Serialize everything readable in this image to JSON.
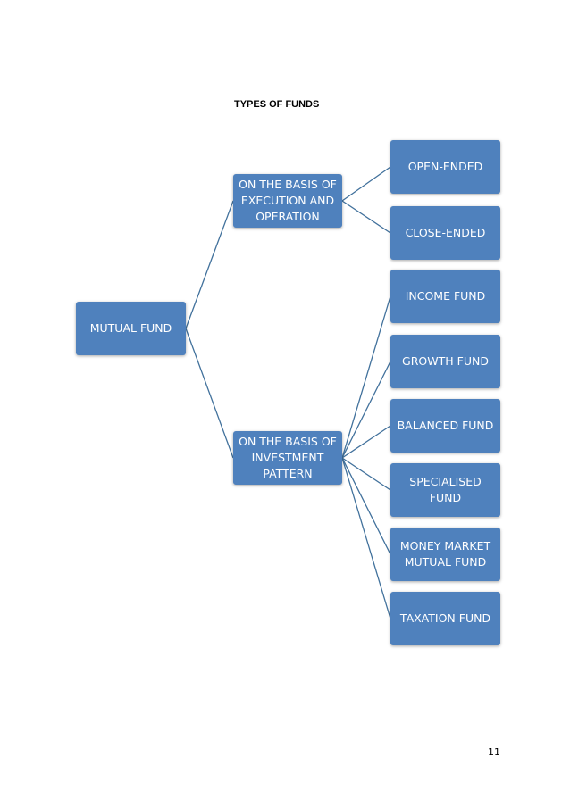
{
  "title": "TYPES OF FUNDS",
  "colors": {
    "node_fill": "#4f81bd",
    "connector": "#41719c",
    "text": "#ffffff"
  },
  "tree": {
    "root": "MUTUAL FUND",
    "groups": [
      {
        "label": "ON THE BASIS OF EXECUTION AND OPERATION",
        "children": [
          "OPEN-ENDED",
          "CLOSE-ENDED"
        ]
      },
      {
        "label": "ON THE BASIS OF INVESTMENT PATTERN",
        "children": [
          "INCOME FUND",
          "GROWTH FUND",
          "BALANCED FUND",
          "SPECIALISED FUND",
          "MONEY MARKET MUTUAL FUND",
          "TAXATION FUND"
        ]
      }
    ]
  },
  "page_number": "11"
}
